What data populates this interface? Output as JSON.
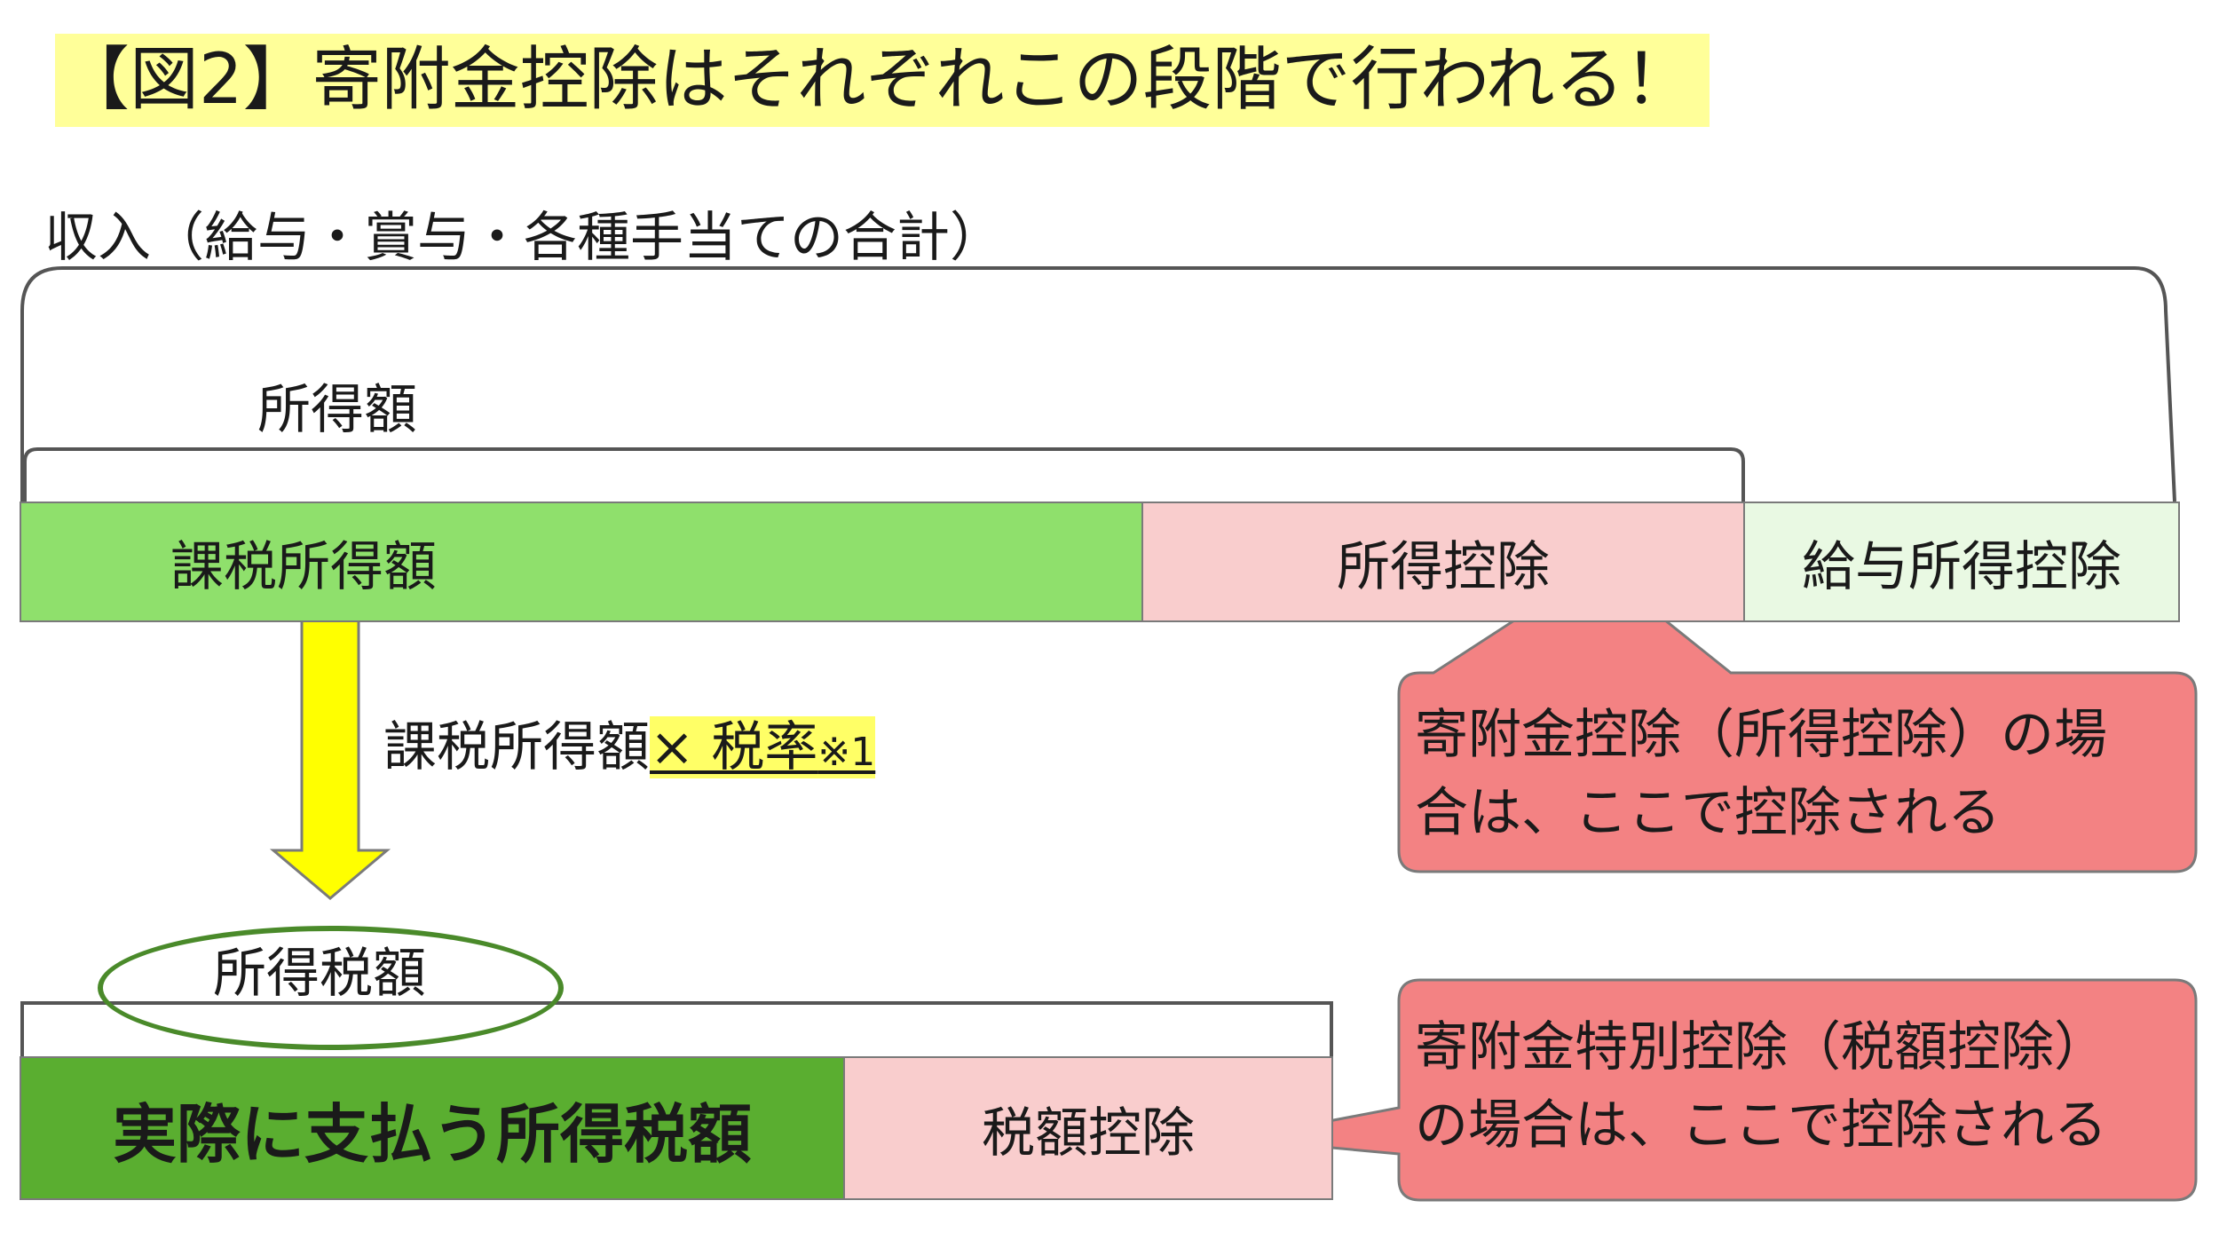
{
  "title": "【図2】寄附金控除はそれぞれこの段階で行われる！",
  "income": {
    "label": "収入（給与・賞与・各種手当ての合計）"
  },
  "shotoku": {
    "label": "所得額"
  },
  "row1": {
    "taxable_income": "課税所得額",
    "income_deduction": "所得控除",
    "salary_deduction": "給与所得控除"
  },
  "formula": {
    "prefix": "課税所得額",
    "highlight": "× 税率",
    "note": "※1"
  },
  "income_tax_label": "所得税額",
  "row2": {
    "actual_tax": "実際に支払う所得税額",
    "tax_credit": "税額控除"
  },
  "callout_income": {
    "line1": "寄附金控除（所得控除）の場",
    "line2": "合は、ここで控除される"
  },
  "callout_credit": {
    "line1": "寄附金特別控除（税額控除）",
    "line2": "の場合は、ここで控除される"
  },
  "colors": {
    "title_bg": "#ffff99",
    "taxable_green": "#8fe06c",
    "deduction_pink": "#f9cdcd",
    "salary_green": "#e9f9e3",
    "actual_tax_green": "#5aae30",
    "arrow_yellow": "#ffff00",
    "callout_red": "#f38283",
    "ellipse_green": "#4a8a2a"
  }
}
